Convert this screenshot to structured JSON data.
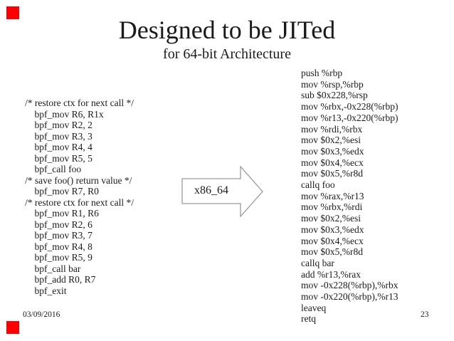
{
  "slide": {
    "title": "Designed to be JITed",
    "subtitle": "for 64-bit Architecture",
    "arrow": {
      "label": "x86_64"
    },
    "bpf_code": [
      "/* restore ctx for next call */",
      "    bpf_mov R6, R1x",
      "    bpf_mov R2, 2",
      "    bpf_mov R3, 3",
      "    bpf_mov R4, 4",
      "    bpf_mov R5, 5",
      "    bpf_call foo",
      "/* save foo() return value */",
      "    bpf_mov R7, R0",
      "/* restore ctx for next call */",
      "    bpf_mov R1, R6",
      "    bpf_mov R2, 6",
      "    bpf_mov R3, 7",
      "    bpf_mov R4, 8",
      "    bpf_mov R5, 9",
      "    bpf_call bar",
      "    bpf_add R0, R7",
      "    bpf_exit"
    ],
    "x86_code": [
      "push %rbp",
      "mov %rsp,%rbp",
      "sub $0x228,%rsp",
      "mov %rbx,-0x228(%rbp)",
      "mov %r13,-0x220(%rbp)",
      "mov %rdi,%rbx",
      "mov $0x2,%esi",
      "mov $0x3,%edx",
      "mov $0x4,%ecx",
      "mov $0x5,%r8d",
      "callq foo",
      "mov %rax,%r13",
      "mov %rbx,%rdi",
      "mov $0x2,%esi",
      "mov $0x3,%edx",
      "mov $0x4,%ecx",
      "mov $0x5,%r8d",
      "callq bar",
      "add %r13,%rax",
      "mov -0x228(%rbp),%rbx",
      "mov -0x220(%rbp),%r13",
      "leaveq",
      "retq"
    ],
    "footer": {
      "date": "03/09/2016",
      "page": "23"
    },
    "colors": {
      "marker_red": "#ff0000",
      "text": "#1a1a1a",
      "arrow_outline": "#9a9a9a"
    }
  }
}
